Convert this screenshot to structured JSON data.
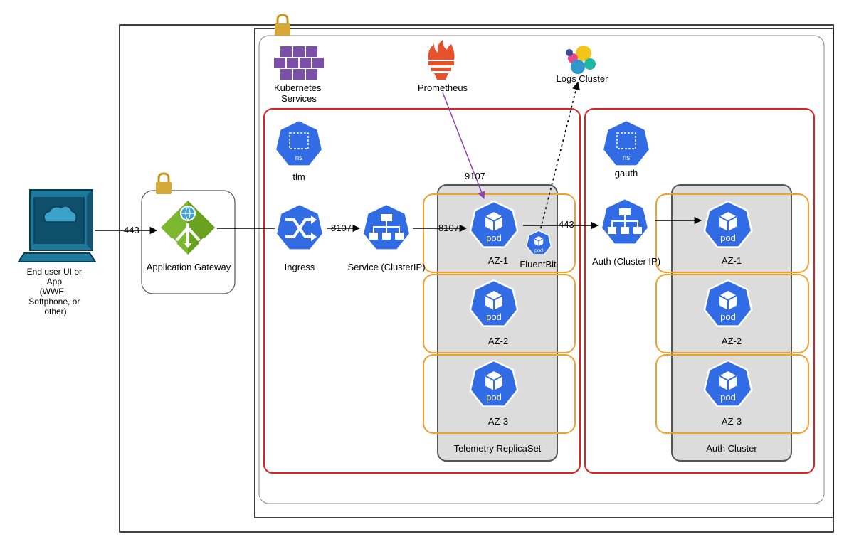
{
  "colors": {
    "k8s_blue": "#326CE5",
    "zone_orange": "#F0A030",
    "cluster_red": "#E0201E",
    "replicaset_gray": "#DCDCDC",
    "gateway_green": "#7CB82F",
    "lock_gold": "#D6A838",
    "k8s_purple": "#7B4FA8",
    "prometheus_orange": "#E6522C",
    "terminal_teal": "#1E7A9C"
  },
  "icons": {
    "lock": "lock-icon",
    "terminal": "computer-terminal-icon",
    "gateway": "application-gateway-icon",
    "kubernetes": "kubernetes-services-icon",
    "prometheus": "prometheus-icon",
    "logs": "elastic-logs-icon",
    "ingress": "ingress-icon",
    "service": "service-icon",
    "pod": "pod-icon",
    "namespace": "namespace-icon"
  },
  "labels": {
    "end_user": [
      "End user UI or",
      "App",
      "(WWE ,",
      "Softphone, or",
      "other)"
    ],
    "gateway": "Application Gateway",
    "kubernetes": [
      "Kubernetes",
      "Services"
    ],
    "prometheus": "Prometheus",
    "logs": "Logs Cluster",
    "ns_tlm": "tlm",
    "ns_gauth": "gauth",
    "ingress": "Ingress",
    "service": "Service (ClusterIP)",
    "auth_service": "Auth (Cluster IP)",
    "fluentbit": "FluentBit",
    "telemetry_replicaset": "Telemetry ReplicaSet",
    "auth_cluster": "Auth Cluster",
    "pod": "pod",
    "ns": "ns"
  },
  "zones": [
    "AZ-1",
    "AZ-2",
    "AZ-3"
  ],
  "ports": {
    "user_to_gateway": "443",
    "ingress_to_service": "8107",
    "service_to_pod": "8107",
    "prometheus_scrape": "9107",
    "pod_to_auth": "443"
  }
}
